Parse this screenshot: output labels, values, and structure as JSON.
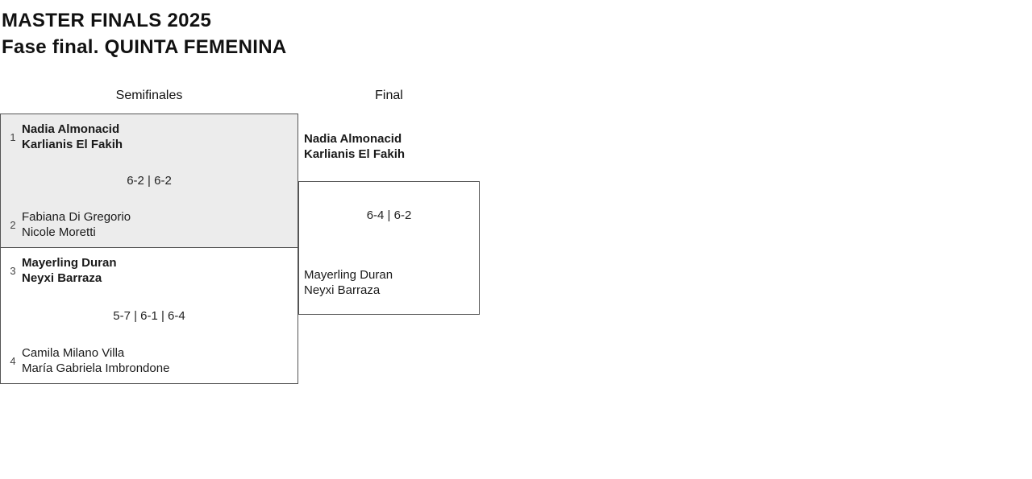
{
  "header": {
    "title": "MASTER FINALS 2025",
    "subtitle": "Fase final. QUINTA FEMENINA"
  },
  "rounds": {
    "semifinals_label": "Semifinales",
    "final_label": "Final"
  },
  "semifinals": [
    {
      "top": {
        "seed": "1",
        "player1": "Nadia Almonacid",
        "player2": "Karlianis El Fakih",
        "winner": true
      },
      "score": "6-2 | 6-2",
      "bottom": {
        "seed": "2",
        "player1": "Fabiana Di Gregorio",
        "player2": "Nicole Moretti",
        "winner": false
      }
    },
    {
      "top": {
        "seed": "3",
        "player1": "Mayerling Duran",
        "player2": "Neyxi Barraza",
        "winner": true
      },
      "score": "5-7 | 6-1 | 6-4",
      "bottom": {
        "seed": "4",
        "player1": "Camila Milano Villa",
        "player2": "María Gabriela Imbrondone",
        "winner": false
      }
    }
  ],
  "final": {
    "top": {
      "player1": "Nadia Almonacid",
      "player2": "Karlianis El Fakih",
      "winner": true
    },
    "score": "6-4 | 6-2",
    "bottom": {
      "player1": "Mayerling Duran",
      "player2": "Neyxi Barraza",
      "winner": false
    }
  },
  "colors": {
    "highlight_fill": "#ececec",
    "border": "#555555",
    "text": "#111111"
  }
}
